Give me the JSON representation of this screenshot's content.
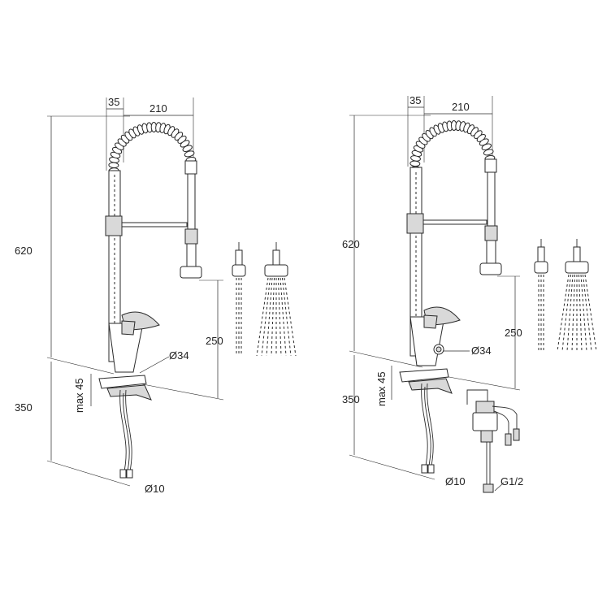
{
  "left": {
    "dim_width_offset": "35",
    "dim_width_reach": "210",
    "dim_total_height": "620",
    "dim_below_counter": "350",
    "dim_spout_height": "250",
    "dim_body_diameter": "Ø34",
    "dim_hose_diameter": "Ø10",
    "dim_counter_max": "max 45"
  },
  "right": {
    "dim_width_offset": "35",
    "dim_width_reach": "210",
    "dim_total_height": "620",
    "dim_below_counter": "350",
    "dim_spout_height": "250",
    "dim_body_diameter": "Ø34",
    "dim_hose_diameter": "Ø10",
    "dim_counter_max": "max 45",
    "dim_connection": "G1/2"
  }
}
